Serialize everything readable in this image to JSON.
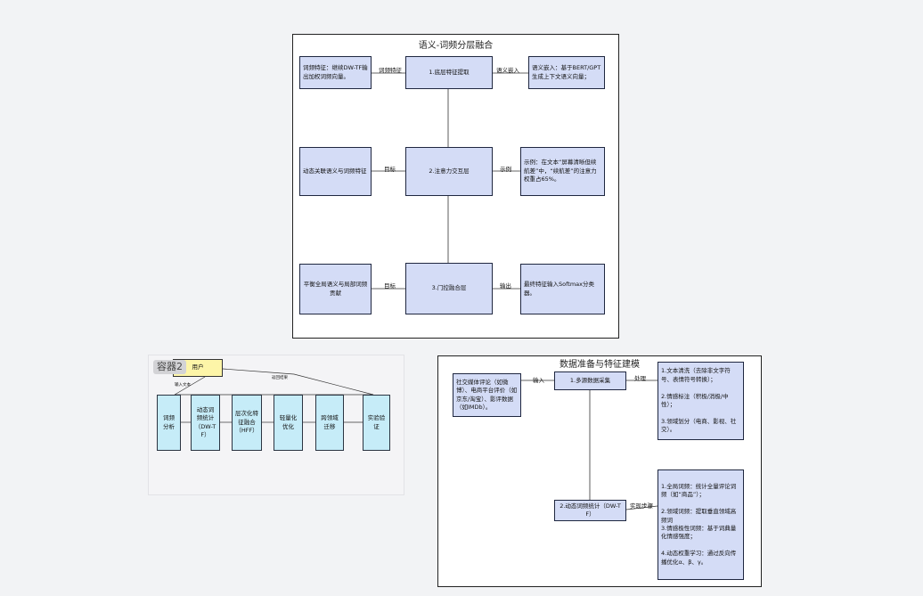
{
  "diagram1": {
    "title": "语义-词频分层融合",
    "n_left1": "词频特征：继续DW-TF输出加权词频向量。",
    "e_left1": "词频特征",
    "n_c1": "1.底层特征提取",
    "e_right1": "语义嵌入",
    "n_right1": "语义嵌入：基于BERT/GPT生成上下文语义向量；",
    "n_left2": "动态关联语义与词频特征",
    "e_left2": "目标",
    "n_c2": "2.注意力交互层",
    "e_right2": "示例",
    "n_right2": "示例：在文本“屏幕清晰但续航差”中，“续航差”的注意力权重占65%。",
    "n_left3": "平衡全局语义与局部词频贡献",
    "e_left3": "目标",
    "n_c3": "3.门控融合层",
    "e_right3": "输出",
    "n_right3": "最终特征输入Softmax分类器。"
  },
  "diagram2": {
    "tag": "容器2",
    "user": "用户",
    "e_input": "输入文本",
    "e_return": "返回结果",
    "steps": [
      "词频分析",
      "动态词频统计（DW-TF）",
      "层次化特征融合（HFF）",
      "轻量化优化",
      "跨领域迁移",
      "实验验证"
    ]
  },
  "diagram3": {
    "title": "数据准备与特征建模",
    "n_src": "社交媒体评论（如微博）、电商平台评价（如京东/淘宝）、影评数据（如IMDb）。",
    "e_input": "输入",
    "n_collect": "1.多源数据采集",
    "e_process": "处理",
    "n_process": "1.文本清洗（去除非文字符号、表情符号转换）；\n\n2.情感标注（积极/消极/中性）；\n\n3.领域划分（电商、影视、社交）。",
    "n_dwtf": "2.动态词频统计（DW-TF）",
    "e_steps": "实现步骤",
    "n_steps": "1.全局词频：统计全量评论词频（如“商品”）；\n\n2.领域词频：提取垂直领域高频词\n3.情感极性词频：基于词典量化情感强度；\n\n4.动态权重学习：通过反向传播优化α、β、γ。"
  }
}
